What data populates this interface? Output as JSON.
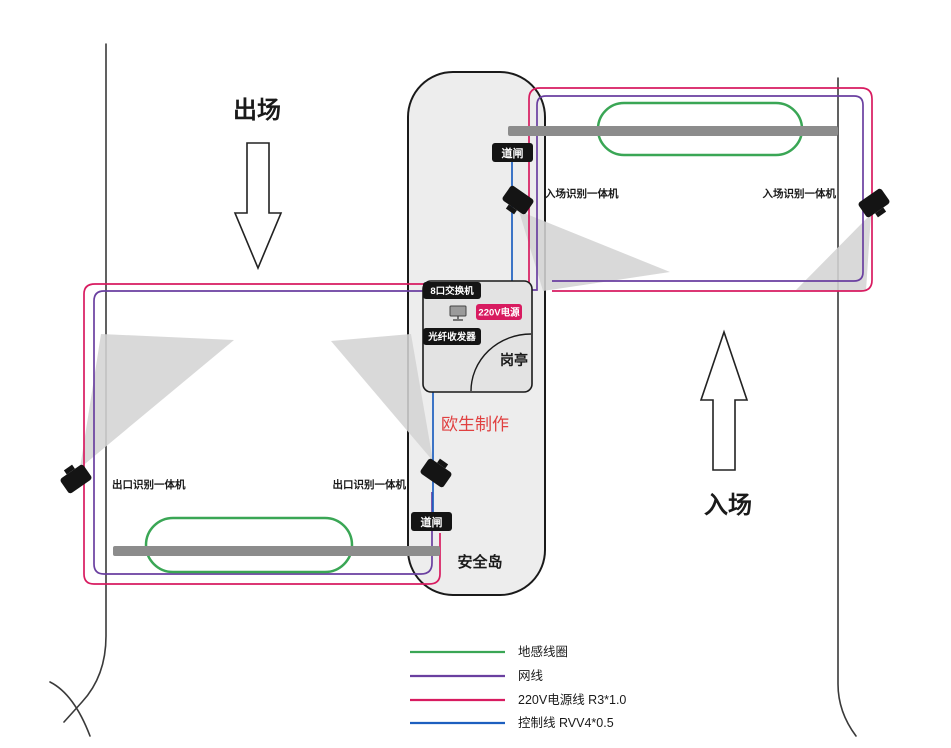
{
  "diagram": {
    "zones": {
      "exit": "出场",
      "entry": "入场"
    },
    "island": {
      "label": "安全岛"
    },
    "booth": {
      "label": "岗亭",
      "switch": "8口交换机",
      "power": "220V电源",
      "fiber": "光纤收发器"
    },
    "barriers": {
      "top": "道闸",
      "bottom": "道闸"
    },
    "cameras": {
      "entry_near": "入场识别一体机",
      "entry_far": "入场识别一体机",
      "exit_left": "出口识别一体机",
      "exit_near": "出口识别一体机"
    },
    "maker": "欧生制作"
  },
  "legend": {
    "items": [
      {
        "label": "地感线圈",
        "color": "#3aa655"
      },
      {
        "label": "网线",
        "color": "#6a3fa0"
      },
      {
        "label": "220V电源线  R3*1.0",
        "color": "#d81b60"
      },
      {
        "label": "控制线  RVV4*0.5",
        "color": "#1d5fbf"
      }
    ]
  },
  "colors": {
    "loop_green": "#3aa655",
    "net_purple": "#6a3fa0",
    "power_red": "#d81b60",
    "control_blue": "#1d5fbf",
    "barrier_gray": "#8c8c8c",
    "maker_red": "#e04040"
  }
}
